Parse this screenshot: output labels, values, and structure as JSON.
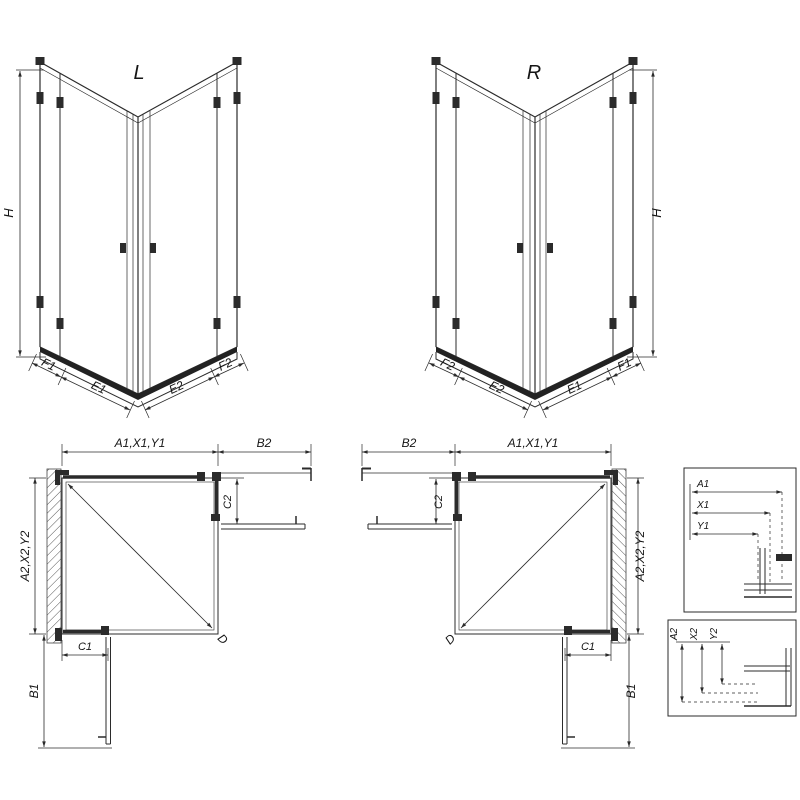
{
  "colors": {
    "background": "#ffffff",
    "line": "#2b2b2b"
  },
  "iso_left": {
    "title": "L",
    "dim_h": "H",
    "dim_f1": "F1",
    "dim_e1": "E1",
    "dim_e2": "E2",
    "dim_f2": "F2"
  },
  "iso_right": {
    "title": "R",
    "dim_h": "H",
    "dim_f1": "F1",
    "dim_e1": "E1",
    "dim_e2": "E2",
    "dim_f2": "F2"
  },
  "plan_left": {
    "dim_width": "A1,X1,Y1",
    "dim_door_side": "B2",
    "dim_depth": "A2,X2,Y2",
    "dim_door_front": "B1",
    "dim_c1": "C1",
    "dim_c2": "C2",
    "dim_diagonal": "D"
  },
  "plan_right": {
    "dim_width": "A1,X1,Y1",
    "dim_door_side": "B2",
    "dim_depth": "A2,X2,Y2",
    "dim_door_front": "B1",
    "dim_c1": "C1",
    "dim_c2": "C2",
    "dim_diagonal": "D"
  },
  "detail_top": {
    "dims": [
      "A1",
      "X1",
      "Y1"
    ]
  },
  "detail_bottom": {
    "dims": [
      "A2",
      "X2",
      "Y2"
    ]
  }
}
